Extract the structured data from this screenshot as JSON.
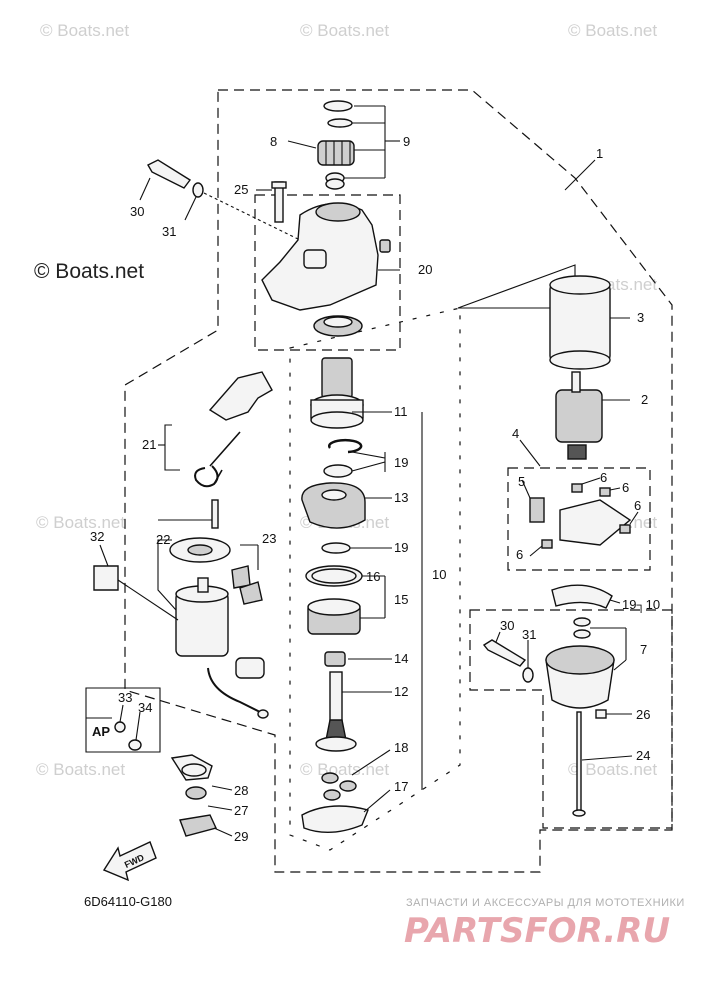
{
  "watermark": {
    "text": "© Boats.net"
  },
  "diagram": {
    "code": "6D64110-G180",
    "ap_label": "AP",
    "fwd_label": "FWD"
  },
  "callouts": {
    "c1": "1",
    "c2": "2",
    "c3": "3",
    "c4": "4",
    "c5": "5",
    "c6a": "6",
    "c6b": "6",
    "c6c": "6",
    "c6d": "6",
    "c7": "7",
    "c8": "8",
    "c9": "9",
    "c10a": "10",
    "c10b": "19┐10",
    "c11": "11",
    "c12": "12",
    "c13": "13",
    "c14": "14",
    "c15": "15",
    "c16": "16",
    "c17": "17",
    "c18": "18",
    "c19a": "19",
    "c19b": "19",
    "c20": "20",
    "c21": "21",
    "c22": "22",
    "c23": "23",
    "c24": "24",
    "c25": "25",
    "c26": "26",
    "c27": "27",
    "c28": "28",
    "c29": "29",
    "c30a": "30",
    "c30b": "30",
    "c31a": "31",
    "c31b": "31",
    "c32": "32",
    "c33": "33",
    "c34": "34"
  },
  "shop": {
    "tagline": "ЗАПЧАСТИ И АКСЕССУАРЫ ДЛЯ МОТОТЕХНИКИ",
    "name": "PARTSFOR.RU"
  }
}
